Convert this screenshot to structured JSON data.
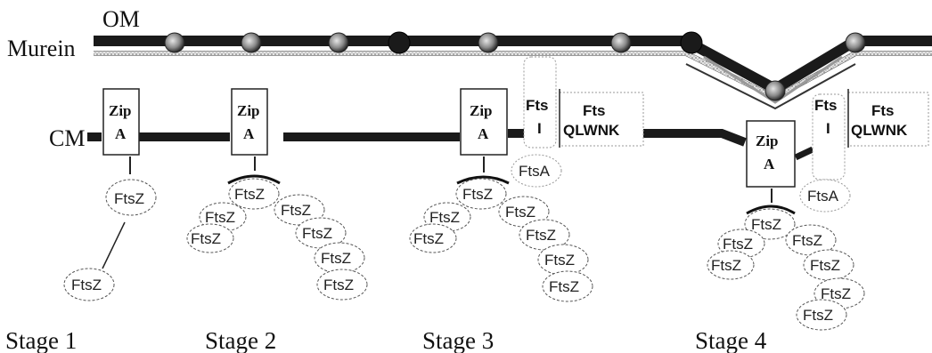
{
  "labels": {
    "om": "OM",
    "murein": "Murein",
    "cm": "CM"
  },
  "stages": [
    "Stage 1",
    "Stage 2",
    "Stage 3",
    "Stage 4"
  ],
  "proteins": {
    "zip_line1": "Zip",
    "zip_line2": "A",
    "ftsz": "FtsZ",
    "ftsa": "FtsA",
    "ftsi_line1": "Fts",
    "ftsi_line2": "I",
    "ftsq_line1": "Fts",
    "ftsq_line2": "QLWNK"
  },
  "colors": {
    "membrane": "#1a1a1a",
    "murein_stipple": "#9a9a9a",
    "outline": "#333333"
  }
}
